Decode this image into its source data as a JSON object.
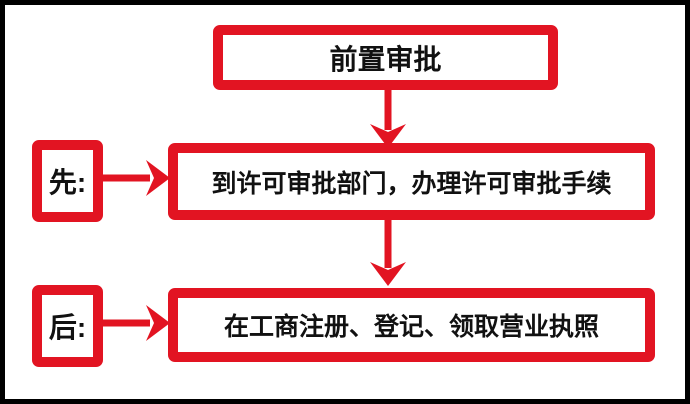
{
  "colors": {
    "accent_red": "#e21422",
    "frame_black": "#000000",
    "text": "#111111",
    "background": "#ffffff"
  },
  "flowchart": {
    "title_node": "前置审批",
    "steps": [
      {
        "order_label": "先:",
        "text": "到许可审批部门，办理许可审批手续"
      },
      {
        "order_label": "后:",
        "text": "在工商注册、登记、领取营业执照"
      }
    ]
  }
}
